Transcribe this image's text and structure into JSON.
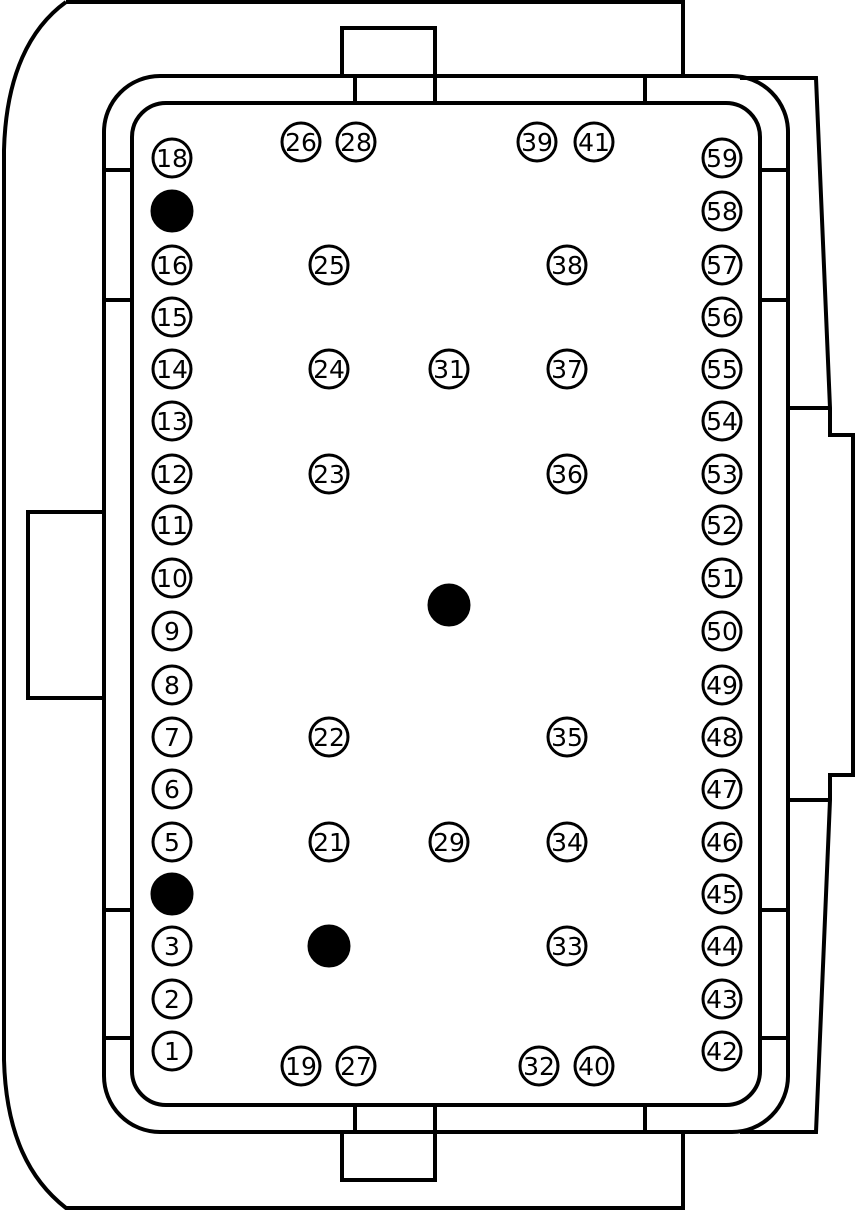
{
  "diagram": {
    "kind": "connector-pinout",
    "colors": {
      "line": "#000000",
      "background": "#ffffff",
      "plug": "#000000"
    },
    "pins": [
      {
        "label": "18"
      },
      {
        "label": ""
      },
      {
        "label": "16"
      },
      {
        "label": "15"
      },
      {
        "label": "14"
      },
      {
        "label": "13"
      },
      {
        "label": "12"
      },
      {
        "label": "11"
      },
      {
        "label": "10"
      },
      {
        "label": "9"
      },
      {
        "label": "8"
      },
      {
        "label": "7"
      },
      {
        "label": "6"
      },
      {
        "label": "5"
      },
      {
        "label": ""
      },
      {
        "label": "3"
      },
      {
        "label": "2"
      },
      {
        "label": "1"
      },
      {
        "label": "59"
      },
      {
        "label": "58"
      },
      {
        "label": "57"
      },
      {
        "label": "56"
      },
      {
        "label": "55"
      },
      {
        "label": "54"
      },
      {
        "label": "53"
      },
      {
        "label": "52"
      },
      {
        "label": "51"
      },
      {
        "label": "50"
      },
      {
        "label": "49"
      },
      {
        "label": "48"
      },
      {
        "label": "47"
      },
      {
        "label": "46"
      },
      {
        "label": "45"
      },
      {
        "label": "44"
      },
      {
        "label": "43"
      },
      {
        "label": "42"
      },
      {
        "label": "26"
      },
      {
        "label": "28"
      },
      {
        "label": "39"
      },
      {
        "label": "41"
      },
      {
        "label": "19"
      },
      {
        "label": "27"
      },
      {
        "label": "32"
      },
      {
        "label": "40"
      },
      {
        "label": "25"
      },
      {
        "label": "24"
      },
      {
        "label": "23"
      },
      {
        "label": "22"
      },
      {
        "label": "21"
      },
      {
        "label": ""
      },
      {
        "label": "38"
      },
      {
        "label": "37"
      },
      {
        "label": "36"
      },
      {
        "label": "35"
      },
      {
        "label": "34"
      },
      {
        "label": "33"
      },
      {
        "label": "31"
      },
      {
        "label": ""
      },
      {
        "label": "29"
      }
    ]
  }
}
